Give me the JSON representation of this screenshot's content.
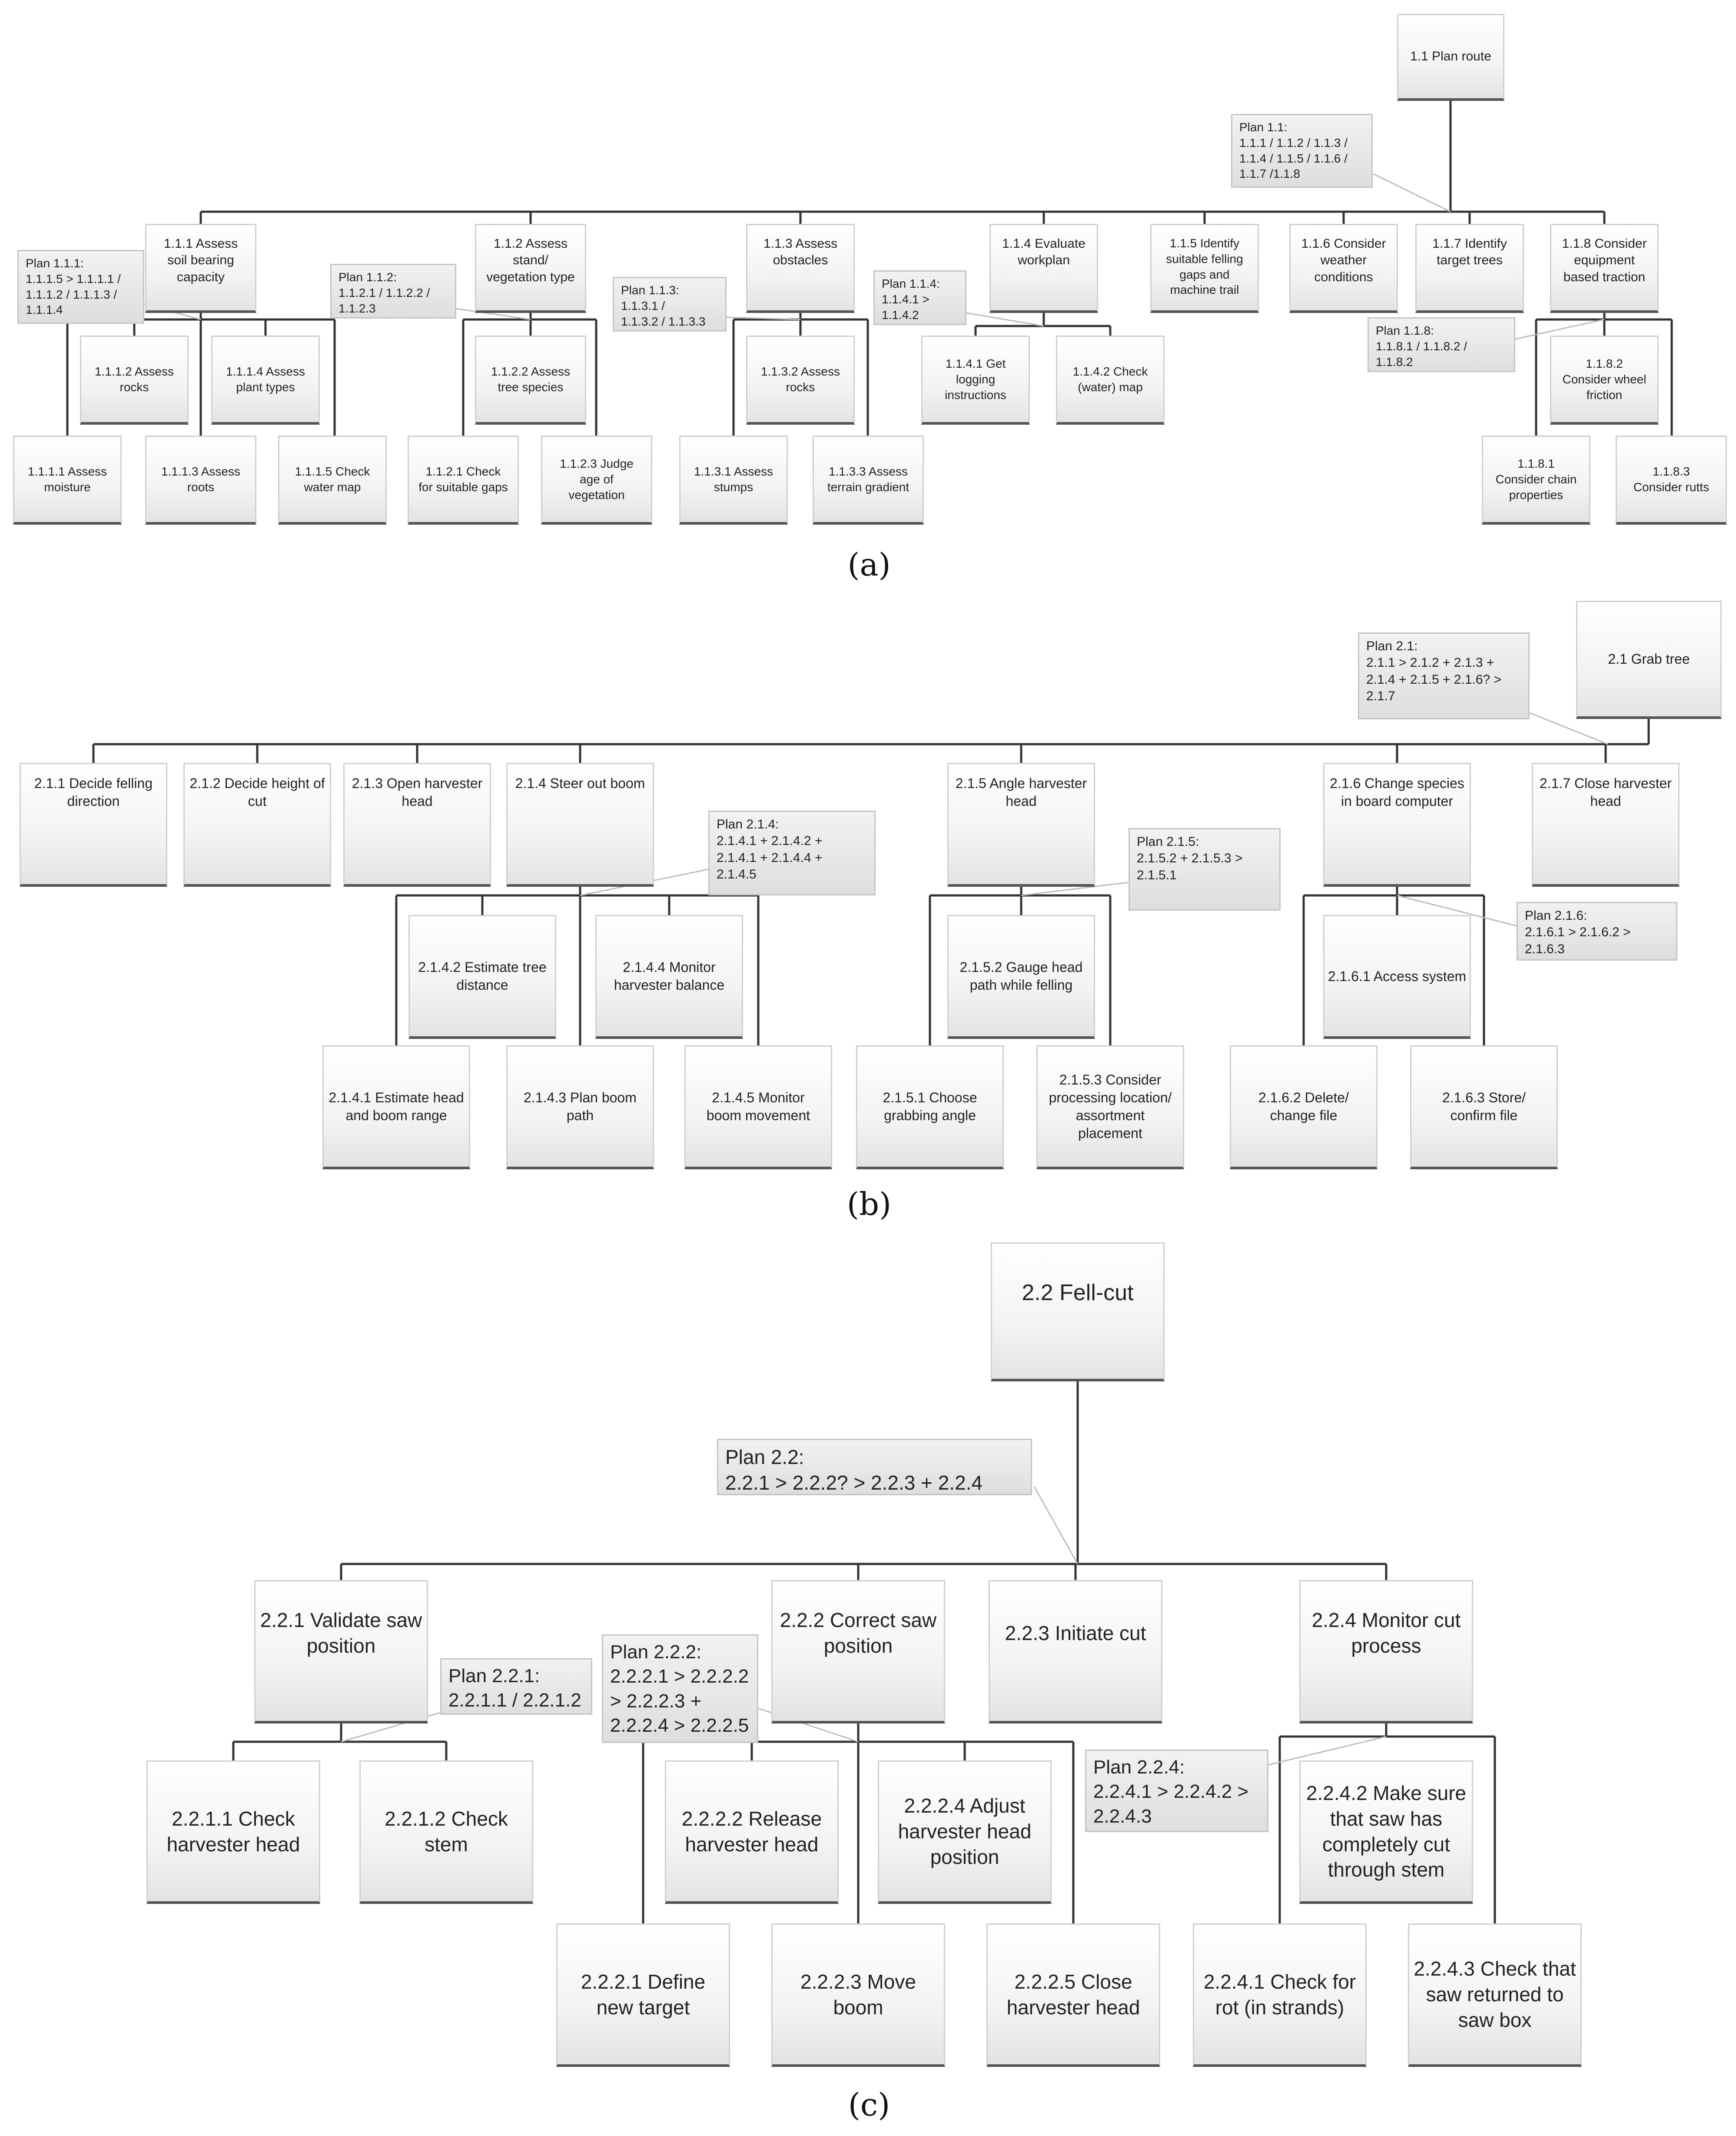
{
  "captions": {
    "a": "(a)",
    "b": "(b)",
    "c": "(c)"
  },
  "a": {
    "n1_1": "1.1 Plan route",
    "plan1_1": "Plan 1.1:\n1.1.1 / 1.1.2 / 1.1.3 /\n1.1.4 / 1.1.5 / 1.1.6 /\n1.1.7 /1.1.8",
    "n1_1_1": "1.1.1 Assess\nsoil bearing\ncapacity",
    "n1_1_2": "1.1.2 Assess\nstand/\nvegetation type",
    "n1_1_3": "1.1.3 Assess\nobstacles",
    "n1_1_4": "1.1.4 Evaluate\nworkplan",
    "n1_1_5": "1.1.5 Identify\nsuitable felling\ngaps and\nmachine trail",
    "n1_1_6": "1.1.6 Consider\nweather\nconditions",
    "n1_1_7": "1.1.7 Identify\ntarget trees",
    "n1_1_8": "1.1.8 Consider\nequipment\nbased traction",
    "plan1_1_1": "Plan 1.1.1:\n1.1.1.5 > 1.1.1.1 /\n1.1.1.2 / 1.1.1.3 /\n1.1.1.4",
    "plan1_1_2": "Plan 1.1.2:\n1.1.2.1 / 1.1.2.2 /\n1.1.2.3",
    "plan1_1_3": "Plan 1.1.3:\n1.1.3.1 /\n1.1.3.2 / 1.1.3.3",
    "plan1_1_4": "Plan 1.1.4:\n1.1.4.1 >\n1.1.4.2",
    "plan1_1_8": "Plan 1.1.8:\n1.1.8.1 / 1.1.8.2 /\n1.1.8.2",
    "n1_1_1_2": "1.1.1.2 Assess\nrocks",
    "n1_1_1_4": "1.1.1.4 Assess\nplant types",
    "n1_1_1_1": "1.1.1.1 Assess\nmoisture",
    "n1_1_1_3": "1.1.1.3 Assess\nroots",
    "n1_1_1_5": "1.1.1.5 Check\nwater map",
    "n1_1_2_2": "1.1.2.2 Assess\ntree species",
    "n1_1_2_1": "1.1.2.1 Check\nfor suitable gaps",
    "n1_1_2_3": "1.1.2.3 Judge\nage of\nvegetation",
    "n1_1_3_2": "1.1.3.2 Assess\nrocks",
    "n1_1_3_1": "1.1.3.1 Assess\nstumps",
    "n1_1_3_3": "1.1.3.3 Assess\nterrain gradient",
    "n1_1_4_1": "1.1.4.1 Get\nlogging\ninstructions",
    "n1_1_4_2": "1.1.4.2 Check\n(water) map",
    "n1_1_8_2": "1.1.8.2\nConsider wheel\nfriction",
    "n1_1_8_1": "1.1.8.1\nConsider chain\nproperties",
    "n1_1_8_3": "1.1.8.3\nConsider rutts"
  },
  "b": {
    "n2_1": "2.1 Grab tree",
    "plan2_1": "Plan 2.1:\n2.1.1 > 2.1.2 + 2.1.3 +\n2.1.4 + 2.1.5 + 2.1.6? >\n2.1.7",
    "n2_1_1": "2.1.1 Decide felling\ndirection",
    "n2_1_2": "2.1.2 Decide height of\ncut",
    "n2_1_3": "2.1.3 Open harvester\nhead",
    "n2_1_4": "2.1.4 Steer out boom",
    "n2_1_5": "2.1.5 Angle harvester\nhead",
    "n2_1_6": "2.1.6 Change species\nin board computer",
    "n2_1_7": "2.1.7 Close harvester\nhead",
    "plan2_1_4": "Plan 2.1.4:\n2.1.4.1 + 2.1.4.2 +\n2.1.4.1 + 2.1.4.4 +\n2.1.4.5",
    "plan2_1_5": "Plan 2.1.5:\n2.1.5.2 + 2.1.5.3 >\n2.1.5.1",
    "plan2_1_6": "Plan 2.1.6:\n2.1.6.1 > 2.1.6.2 >\n2.1.6.3",
    "n2_1_4_2": "2.1.4.2 Estimate tree\ndistance",
    "n2_1_4_4": "2.1.4.4 Monitor\nharvester balance",
    "n2_1_4_1": "2.1.4.1 Estimate head\nand boom range",
    "n2_1_4_3": "2.1.4.3 Plan boom\npath",
    "n2_1_4_5": "2.1.4.5 Monitor\nboom movement",
    "n2_1_5_2": "2.1.5.2 Gauge head\npath while felling",
    "n2_1_5_1": "2.1.5.1 Choose\ngrabbing angle",
    "n2_1_5_3": "2.1.5.3 Consider\nprocessing location/\nassortment\nplacement",
    "n2_1_6_1": "2.1.6.1 Access system",
    "n2_1_6_2": "2.1.6.2 Delete/\nchange file",
    "n2_1_6_3": "2.1.6.3 Store/\nconfirm file"
  },
  "c": {
    "n2_2": "2.2 Fell-cut",
    "plan2_2": "Plan 2.2:\n2.2.1 > 2.2.2? > 2.2.3 + 2.2.4",
    "n2_2_1": "2.2.1 Validate saw\nposition",
    "n2_2_2": "2.2.2 Correct saw\nposition",
    "n2_2_3": "2.2.3 Initiate cut",
    "n2_2_4": "2.2.4 Monitor cut\nprocess",
    "plan2_2_1": "Plan 2.2.1:\n2.2.1.1 / 2.2.1.2",
    "plan2_2_2": "Plan 2.2.2:\n2.2.2.1 > 2.2.2.2\n> 2.2.2.3 +\n2.2.2.4 > 2.2.2.5",
    "plan2_2_4": "Plan 2.2.4:\n2.2.4.1 > 2.2.4.2 >\n2.2.4.3",
    "n2_2_1_1": "2.2.1.1 Check\nharvester head",
    "n2_2_1_2": "2.2.1.2 Check\nstem",
    "n2_2_2_2": "2.2.2.2 Release\nharvester head",
    "n2_2_2_4": "2.2.2.4 Adjust\nharvester head\nposition",
    "n2_2_2_1": "2.2.2.1 Define\nnew target",
    "n2_2_2_3": "2.2.2.3 Move\nboom",
    "n2_2_2_5": "2.2.2.5 Close\nharvester head",
    "n2_2_4_2": "2.2.4.2 Make sure\nthat saw has\ncompletely cut\nthrough stem",
    "n2_2_4_1": "2.2.4.1 Check for\nrot (in strands)",
    "n2_2_4_3": "2.2.4.3 Check that\nsaw returned to\nsaw box"
  }
}
